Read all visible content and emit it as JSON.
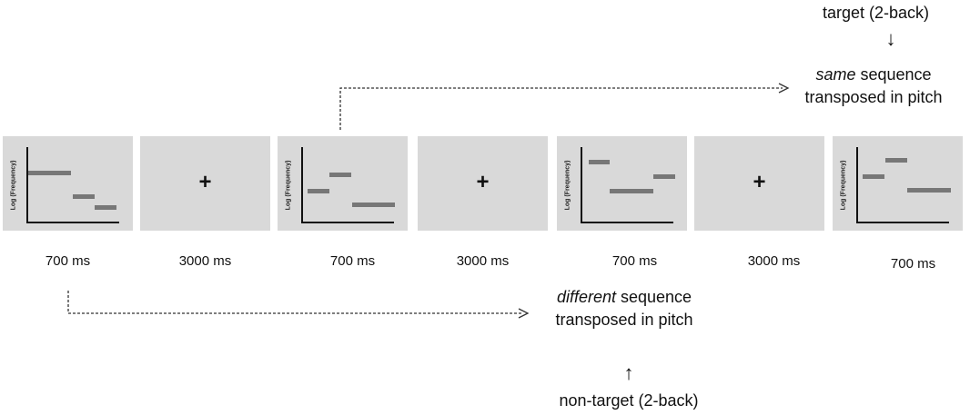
{
  "y_axis_label": "Log (Frequency)",
  "fixation_symbol": "+",
  "durations": [
    "700 ms",
    "3000 ms",
    "700 ms",
    "3000 ms",
    "700 ms",
    "3000 ms",
    "700 ms"
  ],
  "target": {
    "heading": "target (2-back)",
    "arrow": "↓",
    "em": "same",
    "line1_rest": " sequence",
    "line2": "transposed in pitch"
  },
  "nontarget": {
    "heading": "non-target (2-back)",
    "arrow": "↑",
    "em": "different",
    "line1_rest": " sequence",
    "line2": "transposed in pitch"
  }
}
